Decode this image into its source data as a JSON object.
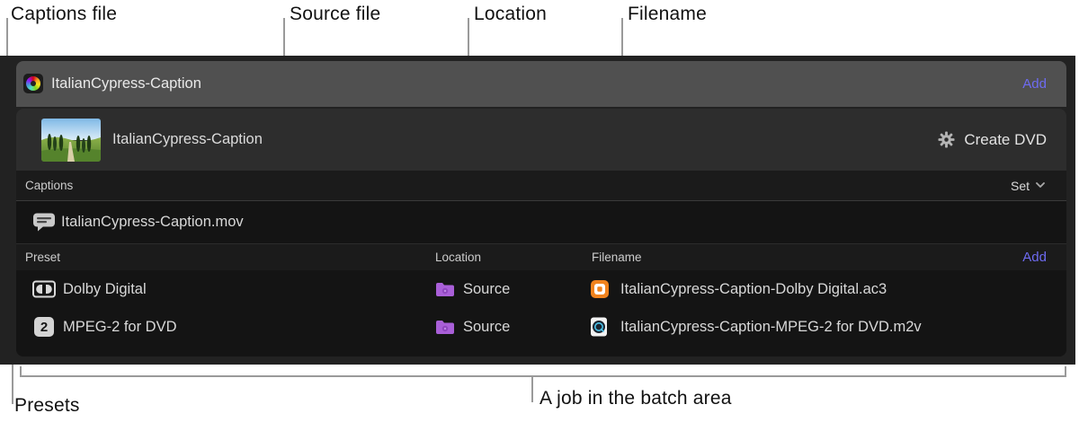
{
  "callouts": {
    "captions_file": "Captions file",
    "source_file": "Source file",
    "location": "Location",
    "filename": "Filename",
    "presets": "Presets",
    "job_in_batch": "A job in the batch area"
  },
  "batch_header": {
    "app_icon": "compressor-app-icon",
    "title": "ItalianCypress-Caption",
    "add_label": "Add"
  },
  "job": {
    "thumbnail": "tuscan-cypress-landscape-thumbnail",
    "title": "ItalianCypress-Caption",
    "gear_icon": "gear-icon",
    "action_label": "Create DVD"
  },
  "captions_section": {
    "header_label": "Captions",
    "set_label": "Set",
    "chevron_icon": "chevron-down-icon",
    "file_icon": "caption-bubble-icon",
    "file_name": "ItalianCypress-Caption.mov"
  },
  "preset_section": {
    "header_preset": "Preset",
    "header_location": "Location",
    "header_filename": "Filename",
    "add_label": "Add",
    "rows": [
      {
        "preset_icon": "dolby-digital-icon",
        "preset": "Dolby Digital",
        "location_icon": "purple-folder-icon",
        "location": "Source",
        "file_icon": "ac3-audio-file-icon",
        "filename": "ItalianCypress-Caption-Dolby Digital.ac3"
      },
      {
        "preset_icon": "mpeg2-badge-icon",
        "badge": "2",
        "preset": "MPEG-2 for DVD",
        "location_icon": "purple-folder-icon",
        "location": "Source",
        "file_icon": "m2v-video-file-icon",
        "filename": "ItalianCypress-Caption-MPEG-2 for DVD.m2v"
      }
    ]
  },
  "colors": {
    "accent_purple": "#6e6bf2",
    "folder_purple": "#a95fd8",
    "ac3_orange": "#f0831e",
    "header_gray": "#505050",
    "panel_dark": "#222222",
    "callout_line_gray": "#9a9a9a"
  }
}
